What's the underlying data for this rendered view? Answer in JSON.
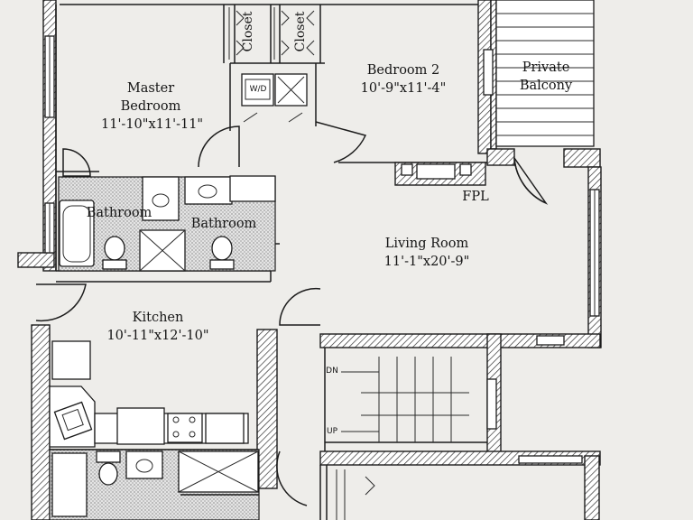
{
  "rooms": {
    "master_bedroom": {
      "name_line1": "Master",
      "name_line2": "Bedroom",
      "size": "11'-10\"x11'-11\""
    },
    "bedroom2": {
      "name": "Bedroom 2",
      "size": "10'-9\"x11'-4\""
    },
    "balcony": {
      "name_line1": "Private",
      "name_line2": "Balcony"
    },
    "living": {
      "name": "Living Room",
      "size": "11'-1\"x20'-9\""
    },
    "kitchen": {
      "name": "Kitchen",
      "size": "10'-11\"x12'-10\""
    },
    "bath1": {
      "name": "Bathroom"
    },
    "bath2": {
      "name": "Bathroom"
    }
  },
  "labels": {
    "closet_left": "Closet",
    "closet_right": "Closet",
    "fireplace": "FPL",
    "washer_dryer": "W/D",
    "stair_down": "DN",
    "stair_up": "UP"
  }
}
